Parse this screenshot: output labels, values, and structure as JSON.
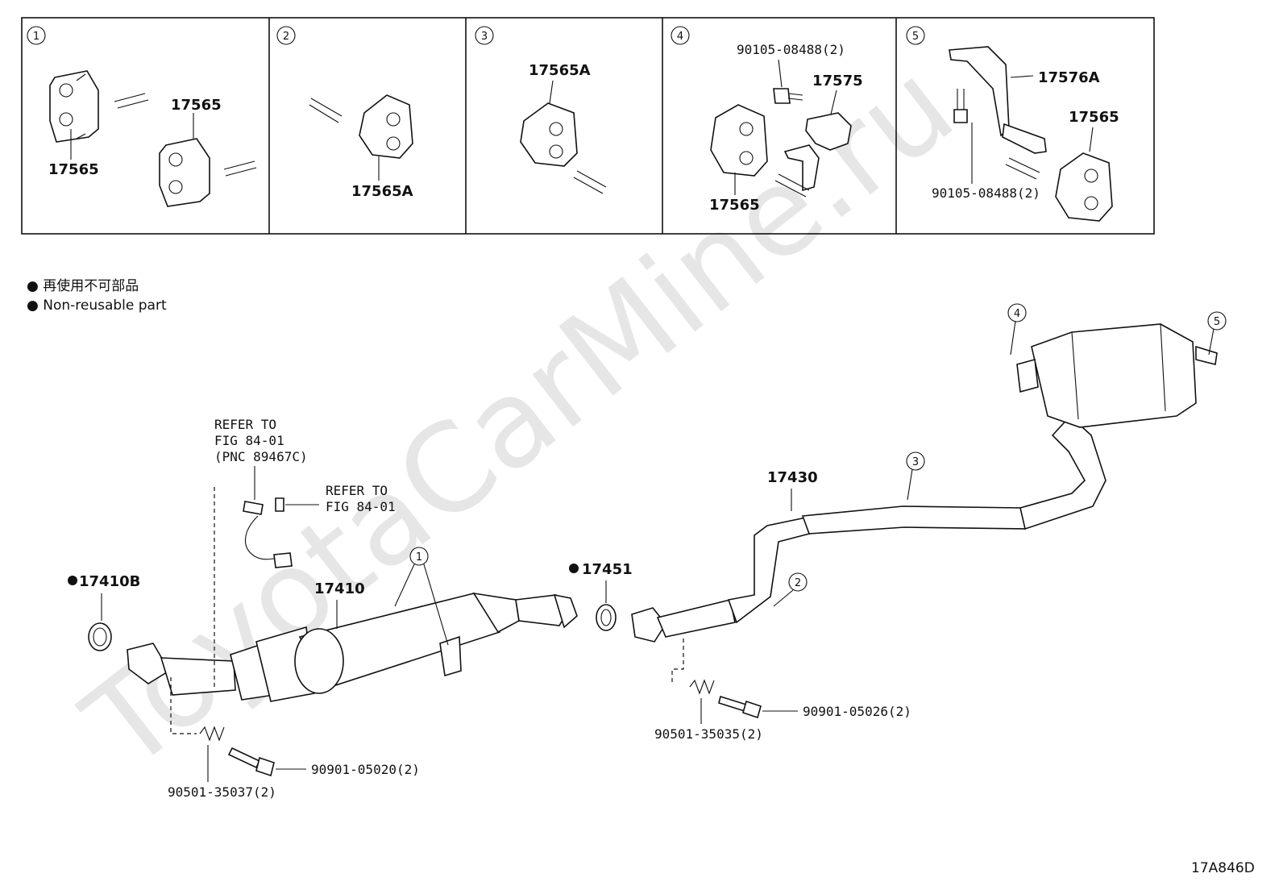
{
  "watermark": "ToyotaCarMine.ru",
  "insets": [
    {
      "num": "1",
      "labels": [
        "17565",
        "17565"
      ]
    },
    {
      "num": "2",
      "labels": [
        "17565A"
      ]
    },
    {
      "num": "3",
      "labels": [
        "17565A"
      ]
    },
    {
      "num": "4",
      "labels": [
        "90105-08488(2)",
        "17575",
        "17565"
      ]
    },
    {
      "num": "5",
      "labels": [
        "17576A",
        "17565",
        "90105-08488(2)"
      ]
    }
  ],
  "legend": {
    "jp": "● 再使用不可部品",
    "en": "● Non-reusable part"
  },
  "callouts": [
    "1",
    "2",
    "3",
    "4",
    "5"
  ],
  "parts": {
    "p17410B": "17410B",
    "p17410": "17410",
    "p17451": "17451",
    "p17430": "17430",
    "p90901_05020": "90901-05020(2)",
    "p90501_35037": "90501-35037(2)",
    "p90901_05026": "90901-05026(2)",
    "p90501_35035": "90501-35035(2)"
  },
  "refer1": [
    "REFER TO",
    "FIG 84-01",
    "(PNC 89467C)"
  ],
  "refer2": [
    "REFER TO",
    "FIG 84-01"
  ],
  "diagram_code": "17A846D"
}
